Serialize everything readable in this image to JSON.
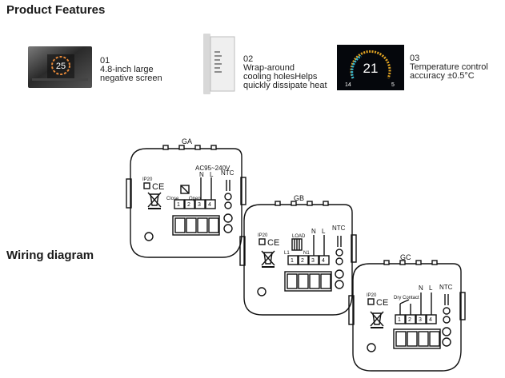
{
  "sections": {
    "features_title": "Product Features",
    "wiring_title": "Wiring diagram"
  },
  "features": [
    {
      "num": "01",
      "lines": [
        "4.8-inch large",
        "negative screen"
      ]
    },
    {
      "num": "02",
      "lines": [
        "Wrap-around",
        "cooling holesHelps",
        "quickly dissipate heat"
      ]
    },
    {
      "num": "03",
      "lines": [
        "Temperature control",
        "accuracy ±0.5°C"
      ]
    }
  ],
  "screen2": {
    "temp": "21",
    "sub": "14",
    "extra": "5"
  },
  "screen1": {
    "temp": "25"
  },
  "diagrams": {
    "ga": {
      "name": "GA",
      "power": "AC95~240V",
      "n": "N",
      "l": "L",
      "ntc": "NTC",
      "ip": "IP20",
      "ce": "CE",
      "terminals": [
        "1",
        "2",
        "3",
        "4"
      ],
      "close": "Close",
      "open": "Open"
    },
    "gb": {
      "name": "GB",
      "n": "N",
      "l": "L",
      "ntc": "NTC",
      "ip": "IP20",
      "ce": "CE",
      "load": "LOAD",
      "l1": "L1",
      "n1": "N1",
      "terminals": [
        "1",
        "2",
        "3",
        "4"
      ]
    },
    "gc": {
      "name": "GC",
      "n": "N",
      "l": "L",
      "ntc": "NTC",
      "ip": "IP20",
      "ce": "CE",
      "dry": "Dry Contact",
      "terminals": [
        "1",
        "2",
        "3",
        "4"
      ]
    }
  }
}
